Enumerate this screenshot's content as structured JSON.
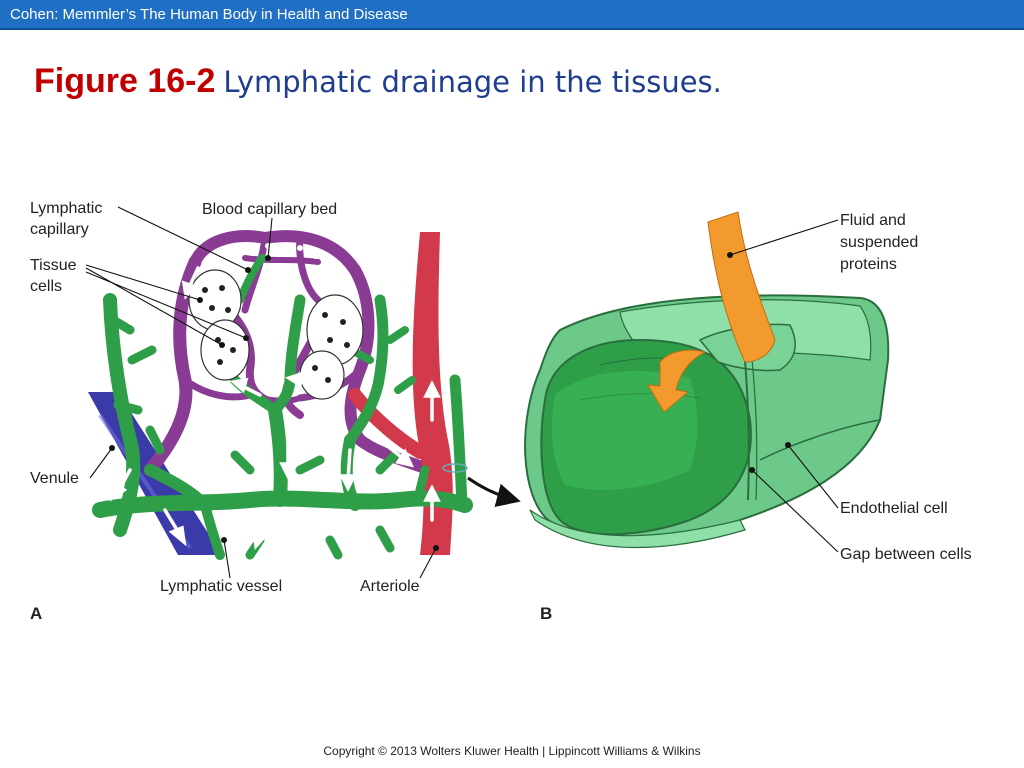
{
  "header": {
    "book": "Cohen: Memmler’s The Human Body in Health and Disease"
  },
  "title": {
    "prefix": "Figure 16-2",
    "text": "Lymphatic drainage in the tissues."
  },
  "panel_a": {
    "letter": "A",
    "labels": {
      "lymphatic_capillary_1": "Lymphatic",
      "lymphatic_capillary_2": "capillary",
      "blood_capillary_bed": "Blood capillary bed",
      "tissue_cells_1": "Tissue",
      "tissue_cells_2": "cells",
      "venule": "Venule",
      "lymphatic_vessel": "Lymphatic vessel",
      "arteriole": "Arteriole"
    }
  },
  "panel_b": {
    "letter": "B",
    "labels": {
      "fluid_1": "Fluid and",
      "fluid_2": "suspended",
      "fluid_3": "proteins",
      "endothelial_cell": "Endothelial cell",
      "gap_between_cells": "Gap between cells"
    }
  },
  "colors": {
    "header_bg": "#1f6fc5",
    "title_red": "#c00000",
    "title_blue": "#1f3e8f",
    "lymph_green": "#2f9e48",
    "venule_blue": "#3a3aa8",
    "capillary_purple": "#8a3c95",
    "arteriole_red": "#d23a4c",
    "fluid_orange": "#f39a2e"
  },
  "footer": {
    "copyright": "Copyright © 2013 Wolters Kluwer Health | Lippincott Williams & Wilkins"
  }
}
